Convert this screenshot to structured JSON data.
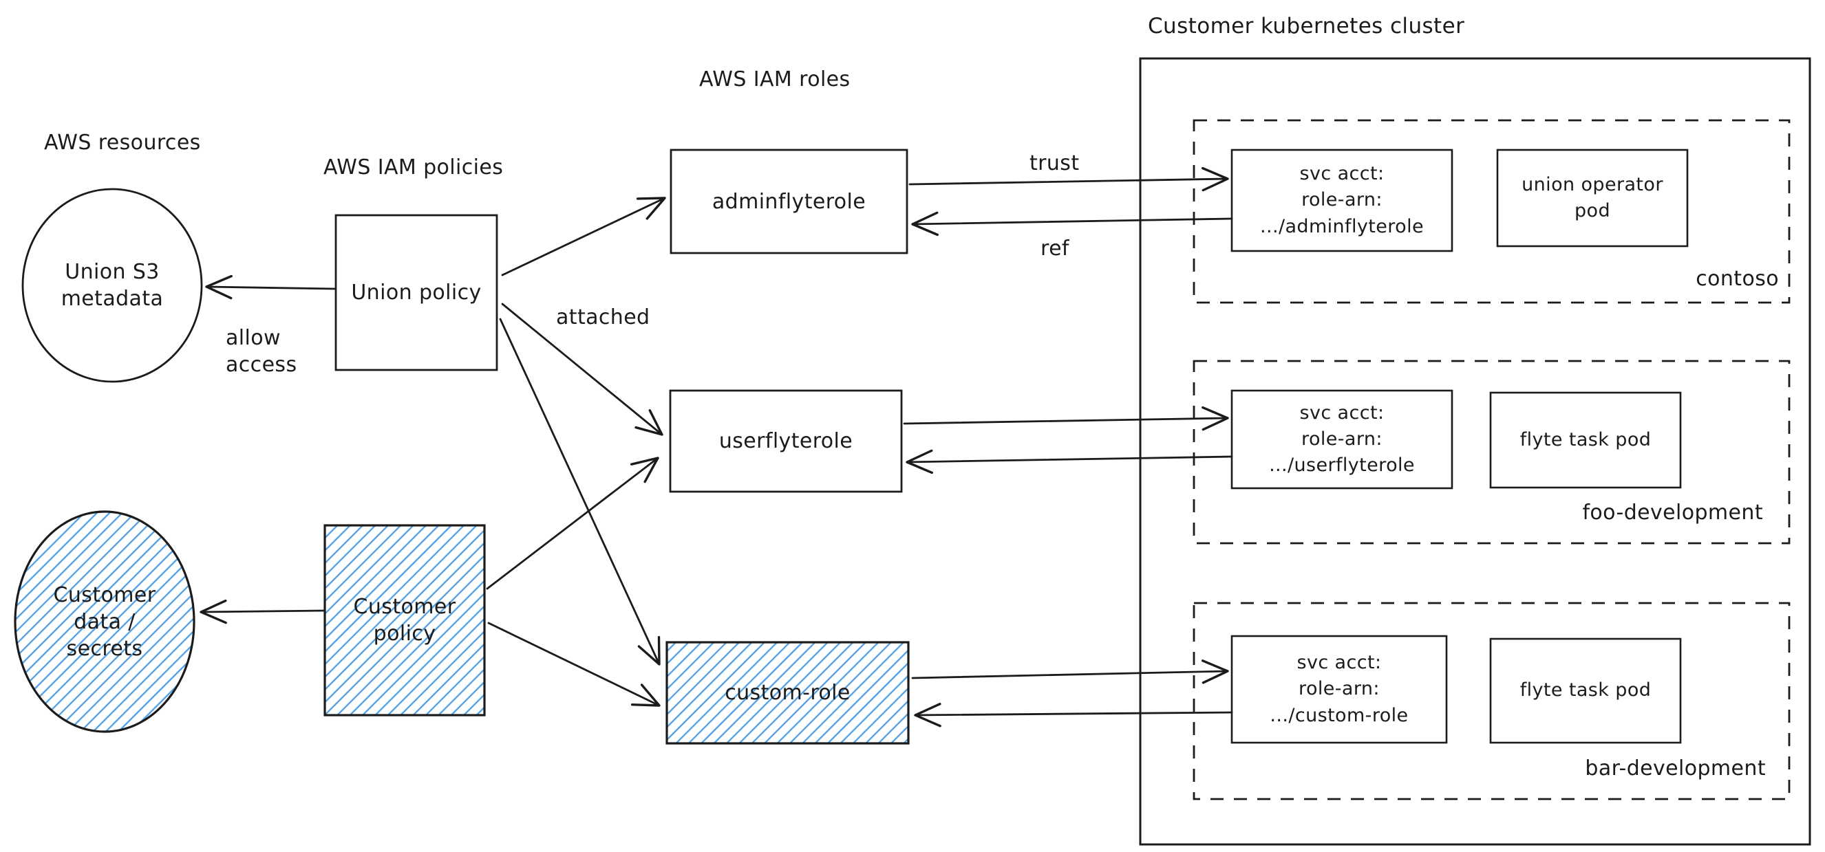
{
  "diagram": {
    "labels": {
      "aws_resources": "AWS resources",
      "aws_iam_policies": "AWS IAM policies",
      "aws_iam_roles": "AWS IAM roles",
      "cluster_title": "Customer kubernetes cluster",
      "allow_access": "allow\naccess",
      "attached": "attached",
      "trust": "trust",
      "ref": "ref"
    },
    "nodes": {
      "union_s3": "Union S3\nmetadata",
      "customer_data": "Customer\ndata /\nsecrets",
      "union_policy": "Union policy",
      "customer_policy": "Customer\npolicy",
      "admin_role": "adminflyterole",
      "user_role": "userflyterole",
      "custom_role": "custom-role",
      "svc_admin": "svc acct:\nrole-arn:\n.../adminflyterole",
      "svc_user": "svc acct:\nrole-arn:\n.../userflyterole",
      "svc_custom": "svc acct:\nrole-arn:\n.../custom-role",
      "union_operator_pod": "union operator\npod",
      "flyte_task_pod_foo": "flyte task pod",
      "flyte_task_pod_bar": "flyte task pod"
    },
    "namespaces": {
      "contoso": "contoso",
      "foo": "foo-development",
      "bar": "bar-development"
    },
    "colors": {
      "ink": "#1b1b1b",
      "hachure_blue": "#4d9fe6"
    }
  }
}
